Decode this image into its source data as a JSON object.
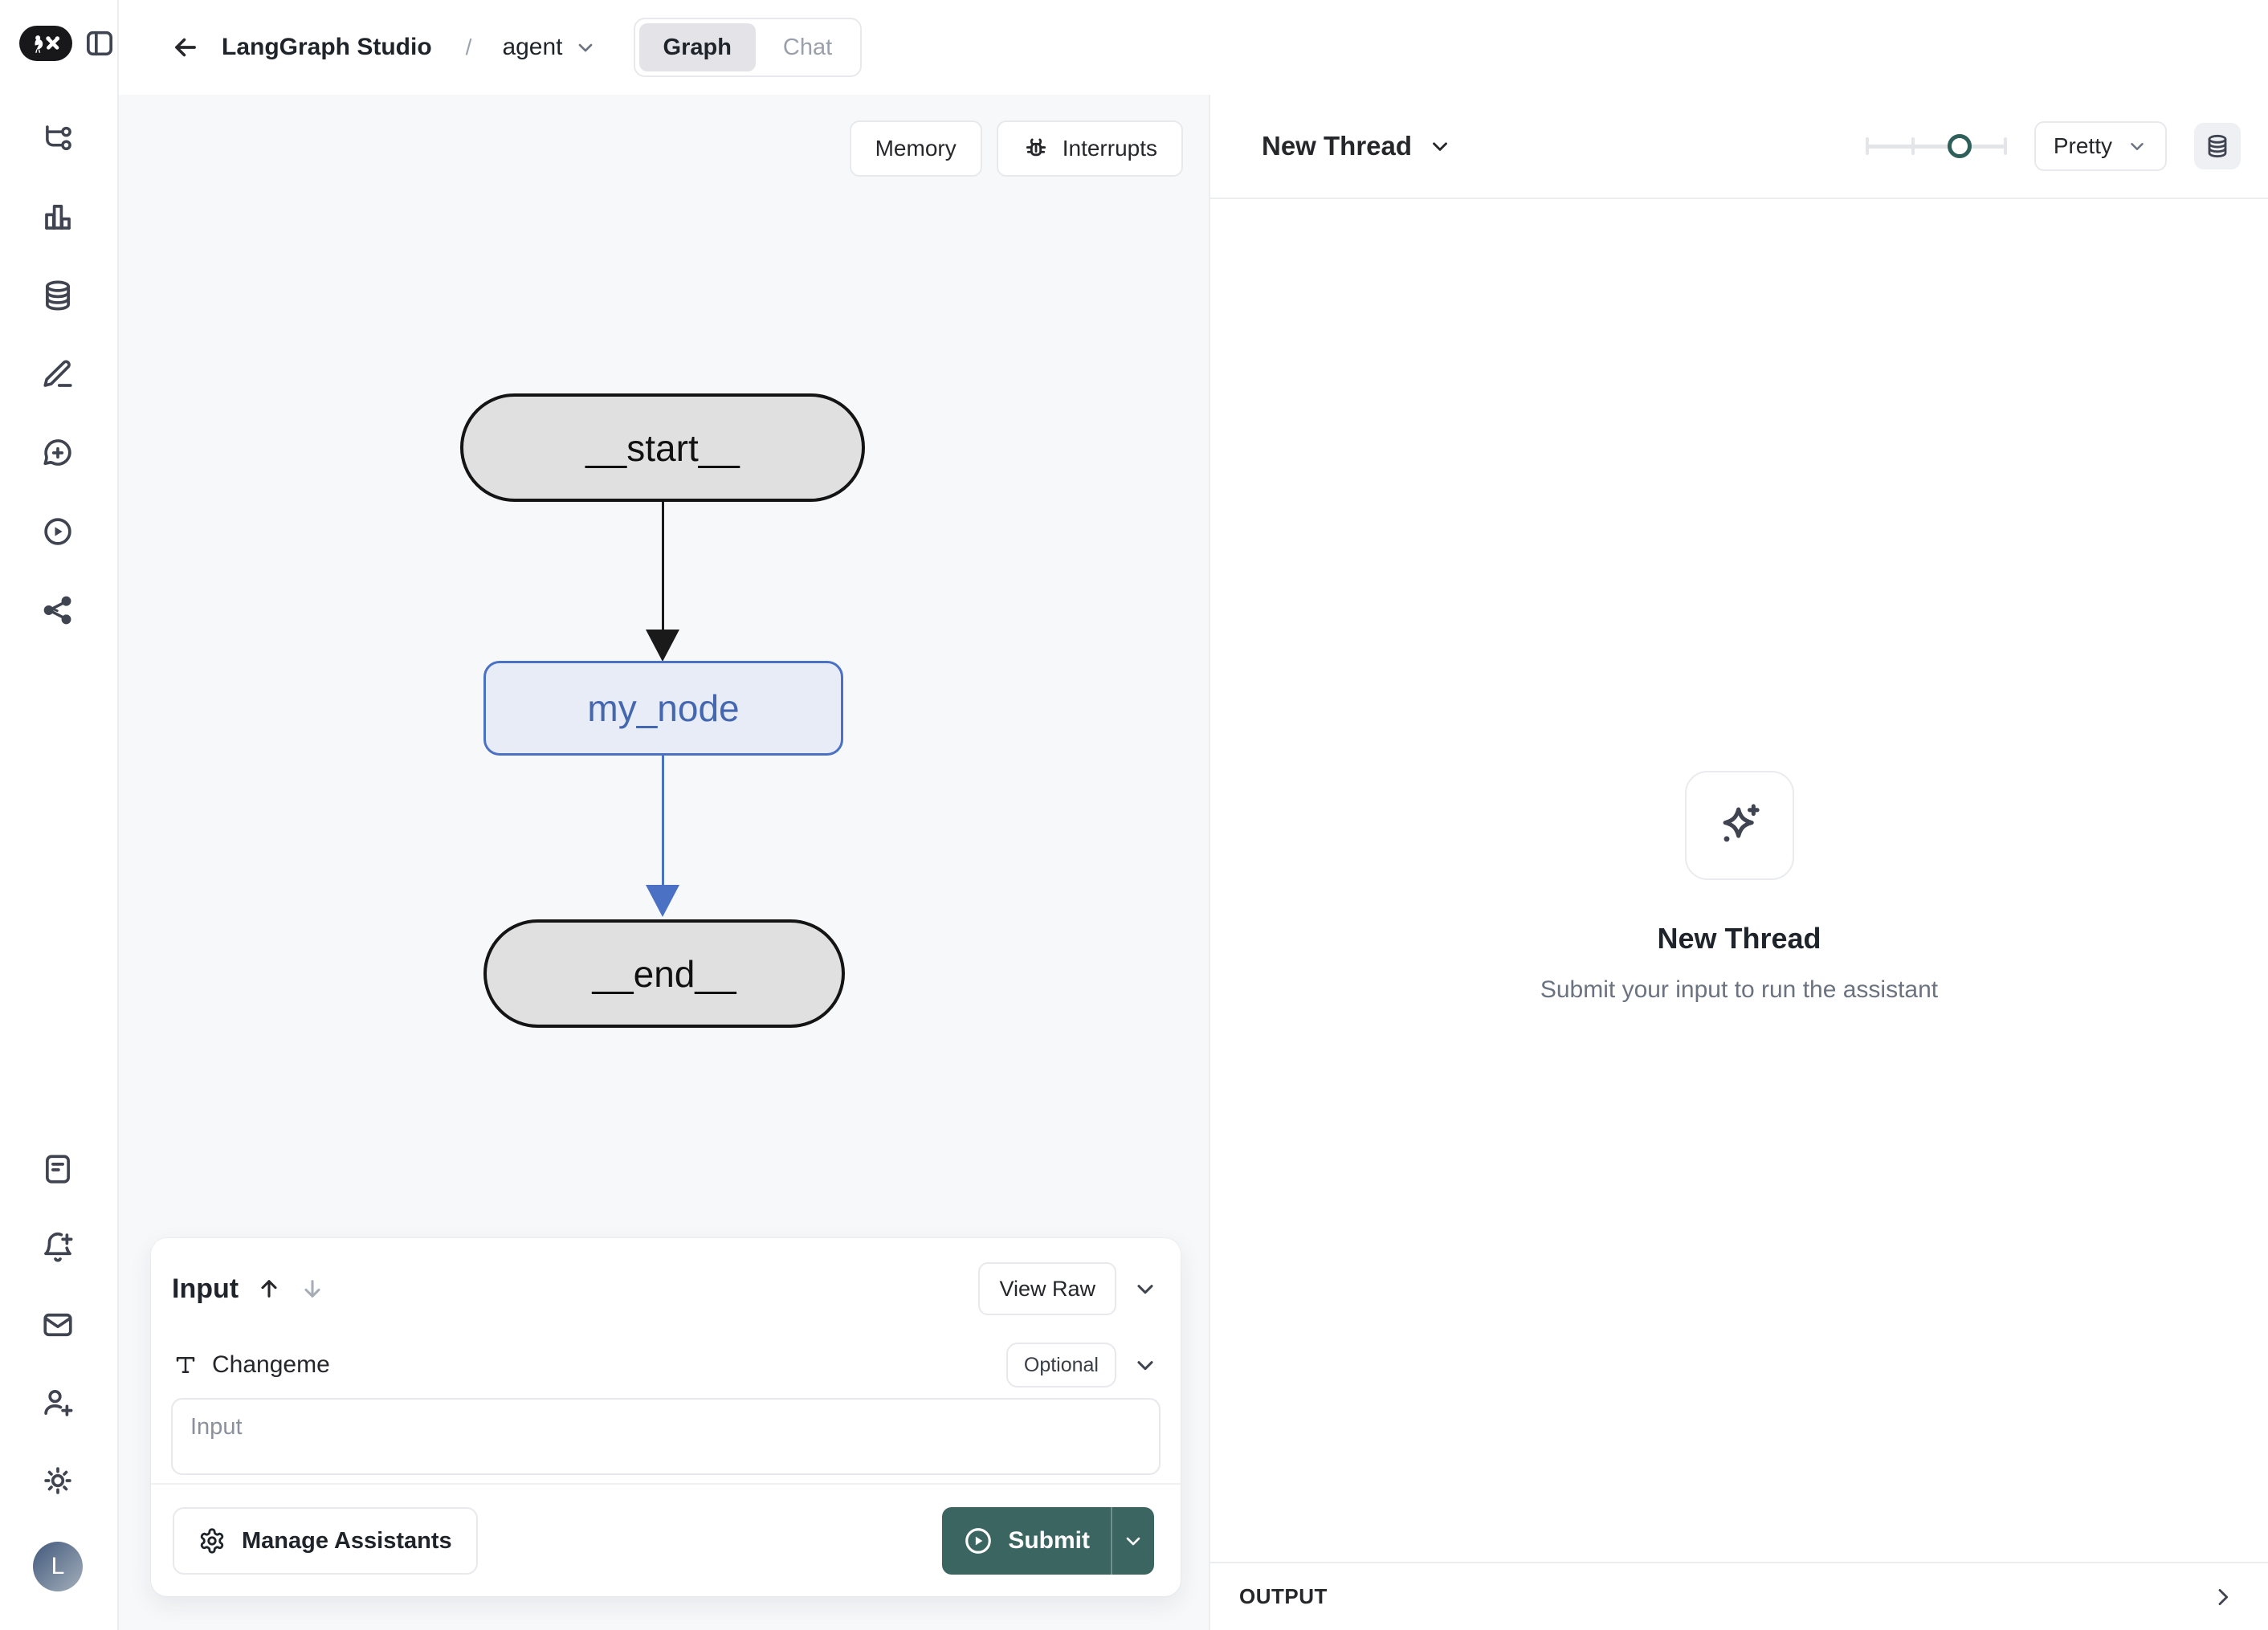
{
  "header": {
    "app_title": "LangGraph Studio",
    "separator": "/",
    "agent_name": "agent",
    "tabs": [
      {
        "label": "Graph",
        "active": true
      },
      {
        "label": "Chat",
        "active": false
      }
    ]
  },
  "canvas": {
    "memory_label": "Memory",
    "interrupts_label": "Interrupts",
    "nodes": {
      "start": "__start__",
      "middle": "my_node",
      "end": "__end__"
    },
    "node_colors": {
      "terminal_fill": "#e0e0e0",
      "terminal_border": "#141414",
      "step_fill": "#e8ecf7",
      "step_border": "#4a71c4",
      "edge_black": "#1a1a1a",
      "edge_blue": "#4a71c4"
    }
  },
  "thread": {
    "title": "New Thread",
    "format_label": "Pretty",
    "empty_title": "New Thread",
    "empty_subtitle": "Submit your input to run the assistant",
    "output_label": "OUTPUT",
    "accent_teal": "#2f5f5a"
  },
  "input_panel": {
    "title": "Input",
    "view_raw_label": "View Raw",
    "field_label": "Changeme",
    "optional_label": "Optional",
    "placeholder": "Input",
    "manage_assistants_label": "Manage Assistants",
    "submit_label": "Submit",
    "submit_color": "#3b6561"
  },
  "sidebar": {
    "top_icons": [
      "workflow",
      "bar-chart",
      "database",
      "edit",
      "new-chat",
      "play-circle",
      "share"
    ],
    "bottom_icons": [
      "notes",
      "bell-plus",
      "mail",
      "user-plus",
      "theme-sun"
    ],
    "avatar_initial": "L"
  },
  "icons": {
    "brand": "langgraph-logo",
    "top_left": [
      "panel-left-toggle"
    ],
    "misc": [
      "back-arrow",
      "chevron-down",
      "chevron-right",
      "bug",
      "sparkles",
      "arrow-up",
      "arrow-down",
      "type-T",
      "gear",
      "play-circle",
      "database-view",
      "zoom-slider"
    ]
  }
}
